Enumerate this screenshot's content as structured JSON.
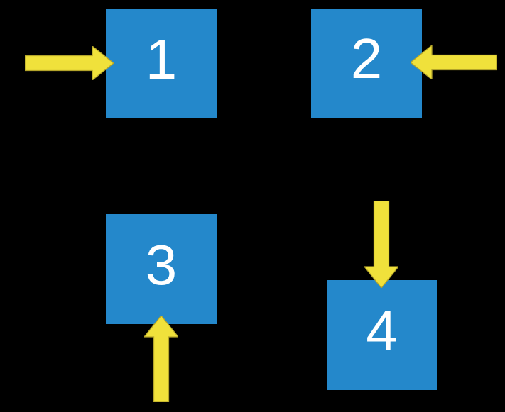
{
  "colors": {
    "background": "#000000",
    "box_fill": "#2488cb",
    "box_label": "#ffffff",
    "arrow_fill": "#f0e13b",
    "arrow_outline": "#b3a42a"
  },
  "boxes": [
    {
      "label": "1",
      "arrow_direction": "right",
      "arrow_enters_from": "left"
    },
    {
      "label": "2",
      "arrow_direction": "left",
      "arrow_enters_from": "right"
    },
    {
      "label": "3",
      "arrow_direction": "up",
      "arrow_enters_from": "bottom"
    },
    {
      "label": "4",
      "arrow_direction": "down",
      "arrow_enters_from": "top"
    }
  ]
}
